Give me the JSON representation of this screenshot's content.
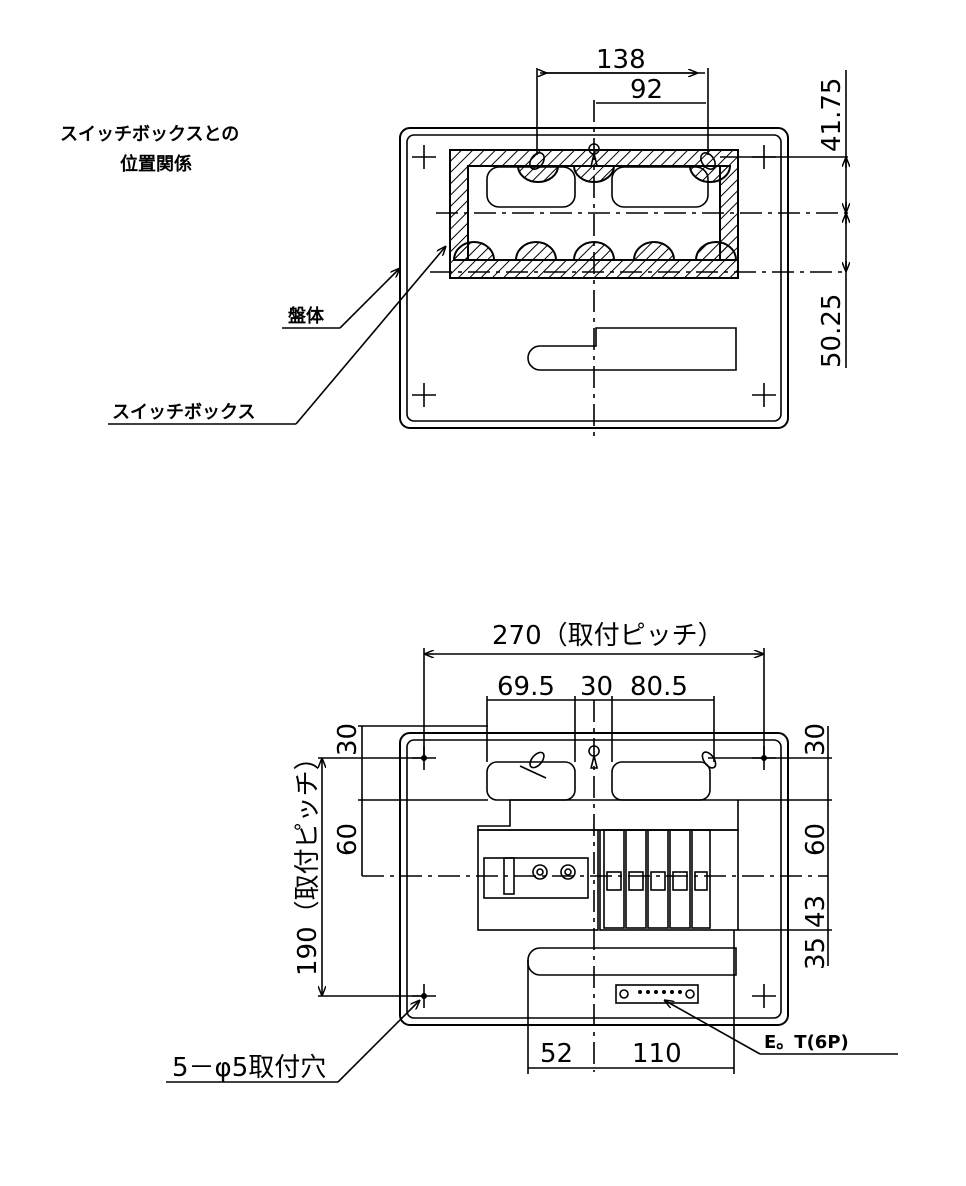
{
  "top_view": {
    "title_line1": "スイッチボックスとの",
    "title_line2": "位置関係",
    "label_body": "盤体",
    "label_switchbox": "スイッチボックス",
    "dims": {
      "d138": "138",
      "d92": "92",
      "d41_75": "41.75",
      "d50_25": "50.25"
    }
  },
  "bottom_view": {
    "dims": {
      "pitch_h": "270（取付ピッチ）",
      "d69_5": "69.5",
      "d30_top": "30",
      "d80_5": "80.5",
      "d30_left": "30",
      "d60_left": "60",
      "pitch_v": "190（取付ピッチ）",
      "d30_right": "30",
      "d60_right": "60",
      "d43": "43",
      "d35": "35",
      "d52": "52",
      "d110": "110"
    },
    "label_holes": "5－φ5取付穴",
    "label_et": "E。T(6P)"
  }
}
